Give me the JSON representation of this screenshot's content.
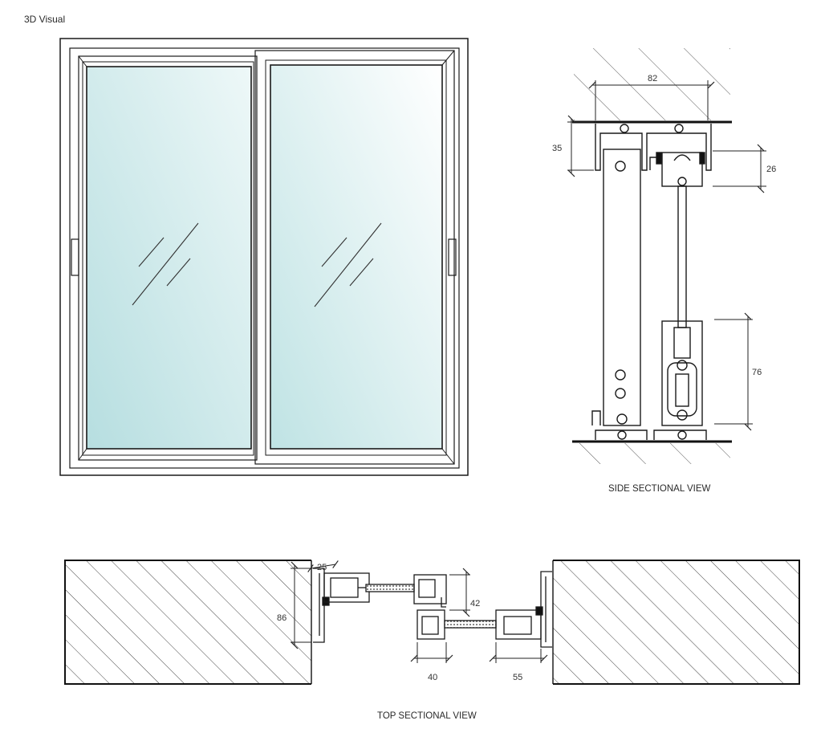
{
  "captions": {
    "visual": "3D Visual",
    "side": "SIDE SECTIONAL VIEW",
    "top": "TOP SECTIONAL VIEW"
  },
  "dimensions": {
    "side_width": "82",
    "side_top_height": "35",
    "side_track_height": "26",
    "side_bottom_height": "76",
    "top_frame_depth": "25",
    "top_wall_depth": "86",
    "top_interlock": "42",
    "top_sash_left": "40",
    "top_sash_right": "55"
  },
  "colors": {
    "line": "#1a1a1a",
    "glass_light": "#f4fbfb",
    "glass_dark": "#b9e0e1"
  }
}
